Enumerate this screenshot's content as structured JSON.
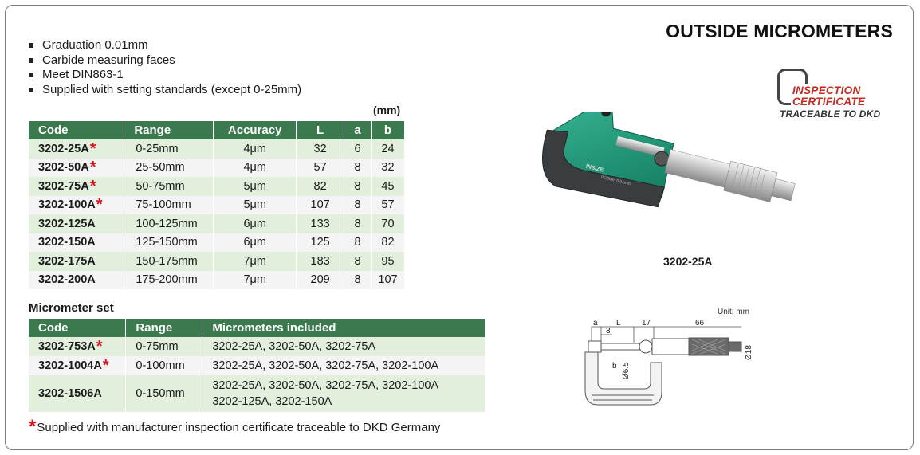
{
  "title": "OUTSIDE MICROMETERS",
  "features": [
    "Graduation 0.01mm",
    "Carbide measuring faces",
    "Meet DIN863-1",
    "Supplied with setting standards (except 0-25mm)"
  ],
  "unit_note": "(mm)",
  "spec_table": {
    "headers": [
      "Code",
      "Range",
      "Accuracy",
      "L",
      "a",
      "b"
    ],
    "rows": [
      {
        "code": "3202-25A",
        "star": "*",
        "range": "0-25mm",
        "accuracy": "4μm",
        "L": "32",
        "a": "6",
        "b": "24"
      },
      {
        "code": "3202-50A",
        "star": "*",
        "range": "25-50mm",
        "accuracy": "4μm",
        "L": "57",
        "a": "8",
        "b": "32"
      },
      {
        "code": "3202-75A",
        "star": "*",
        "range": "50-75mm",
        "accuracy": "5μm",
        "L": "82",
        "a": "8",
        "b": "45"
      },
      {
        "code": "3202-100A",
        "star": "*",
        "range": "75-100mm",
        "accuracy": "5μm",
        "L": "107",
        "a": "8",
        "b": "57"
      },
      {
        "code": "3202-125A",
        "star": "",
        "range": "100-125mm",
        "accuracy": "6μm",
        "L": "133",
        "a": "8",
        "b": "70"
      },
      {
        "code": "3202-150A",
        "star": "",
        "range": "125-150mm",
        "accuracy": "6μm",
        "L": "125",
        "a": "8",
        "b": "82"
      },
      {
        "code": "3202-175A",
        "star": "",
        "range": "150-175mm",
        "accuracy": "7μm",
        "L": "183",
        "a": "8",
        "b": "95"
      },
      {
        "code": "3202-200A",
        "star": "",
        "range": "175-200mm",
        "accuracy": "7μm",
        "L": "209",
        "a": "8",
        "b": "107"
      }
    ]
  },
  "set_section": {
    "title": "Micrometer set",
    "headers": [
      "Code",
      "Range",
      "Micrometers included"
    ],
    "rows": [
      {
        "code": "3202-753A",
        "star": "*",
        "range": "0-75mm",
        "included_1": "3202-25A, 3202-50A, 3202-75A",
        "included_2": ""
      },
      {
        "code": "3202-1004A",
        "star": "*",
        "range": "0-100mm",
        "included_1": "3202-25A, 3202-50A, 3202-75A, 3202-100A",
        "included_2": ""
      },
      {
        "code": "3202-1506A",
        "star": "",
        "range": "0-150mm",
        "included_1": "3202-25A, 3202-50A, 3202-75A, 3202-100A",
        "included_2": "3202-125A, 3202-150A"
      }
    ]
  },
  "footnote": {
    "star": "*",
    "text": "Supplied with manufacturer inspection certificate traceable to DKD Germany"
  },
  "certificate": {
    "line1": "INSPECTION",
    "line2": "CERTIFICATE",
    "line3": "TRACEABLE TO DKD"
  },
  "photo": {
    "model_label": "3202-25A",
    "frame_label": "INSIZE",
    "scale_label": "0-25mm 0.01mm"
  },
  "drawing": {
    "unit": "Unit: mm",
    "dim_a": "a",
    "dim_3": "3",
    "dim_L": "L",
    "dim_17": "17",
    "dim_66": "66",
    "dim_b": "b",
    "dim_d65": "Ø6.5",
    "dim_d18": "Ø18"
  },
  "colors": {
    "header_green": "#3b7a4e",
    "row_green": "#e2efdc",
    "row_grey": "#f4f4f4",
    "star_red": "#d4171f",
    "cert_red": "#c62a1e",
    "frame_teal": "#1f9a7c"
  }
}
